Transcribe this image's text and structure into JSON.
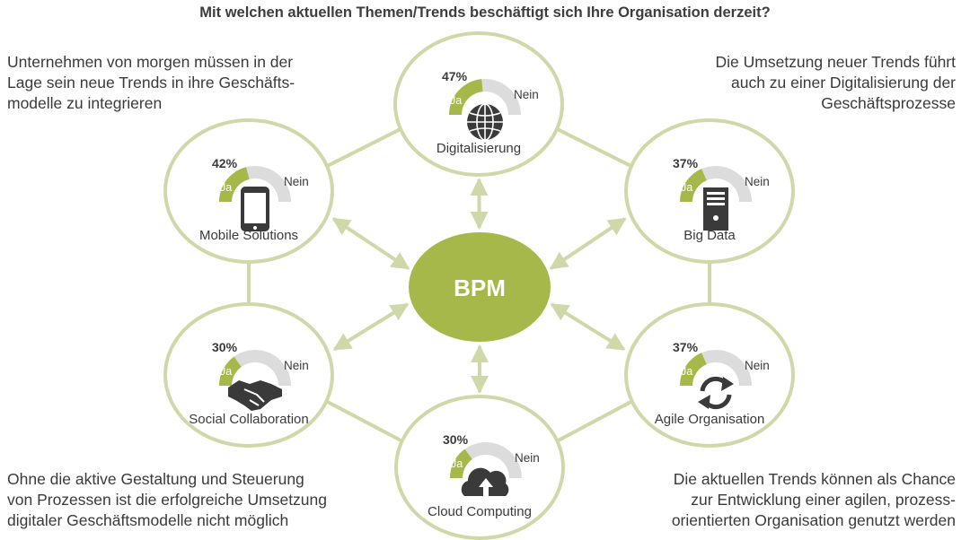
{
  "title": "Mit welchen aktuellen Themen/Trends beschäftigt sich Ihre Organisation derzeit?",
  "center": {
    "label": "BPM"
  },
  "colors": {
    "accent": "#a6b84a",
    "ring": "#cfd8a8",
    "gauge_gray": "#dcdcdc",
    "icon": "#3a3a3a"
  },
  "notes": {
    "top_left": [
      "Unternehmen von morgen müssen in der",
      "Lage sein neue Trends in ihre Geschäfts-",
      "modelle zu integrieren"
    ],
    "top_right": [
      "Die Umsetzung neuer Trends führt",
      "auch zu einer Digitalisierung der",
      "Geschäftsprozesse"
    ],
    "bottom_left": [
      "Ohne die aktive Gestaltung und Steuerung",
      "von Prozessen ist die erfolgreiche Umsetzung",
      "digitaler Geschäftsmodelle nicht möglich"
    ],
    "bottom_right": [
      "Die aktuellen Trends können als Chance",
      "zur Entwicklung einer agilen,  prozess-",
      "orientierten Organisation genutzt werden"
    ]
  },
  "trends": [
    {
      "name": "Digitalisierung",
      "percent": 47,
      "percent_label": "47%",
      "yes_label": "Ja",
      "no_label": "Nein",
      "icon": "globe-icon"
    },
    {
      "name": "Big Data",
      "percent": 37,
      "percent_label": "37%",
      "yes_label": "Ja",
      "no_label": "Nein",
      "icon": "server-icon"
    },
    {
      "name": "Agile Organisation",
      "percent": 37,
      "percent_label": "37%",
      "yes_label": "Ja",
      "no_label": "Nein",
      "icon": "refresh-icon"
    },
    {
      "name": "Cloud Computing",
      "percent": 30,
      "percent_label": "30%",
      "yes_label": "Ja",
      "no_label": "Nein",
      "icon": "cloud-upload-icon"
    },
    {
      "name": "Social Collaboration",
      "percent": 30,
      "percent_label": "30%",
      "yes_label": "Ja",
      "no_label": "Nein",
      "icon": "handshake-icon"
    },
    {
      "name": "Mobile Solutions",
      "percent": 42,
      "percent_label": "42%",
      "yes_label": "Ja",
      "no_label": "Nein",
      "icon": "smartphone-icon"
    }
  ]
}
